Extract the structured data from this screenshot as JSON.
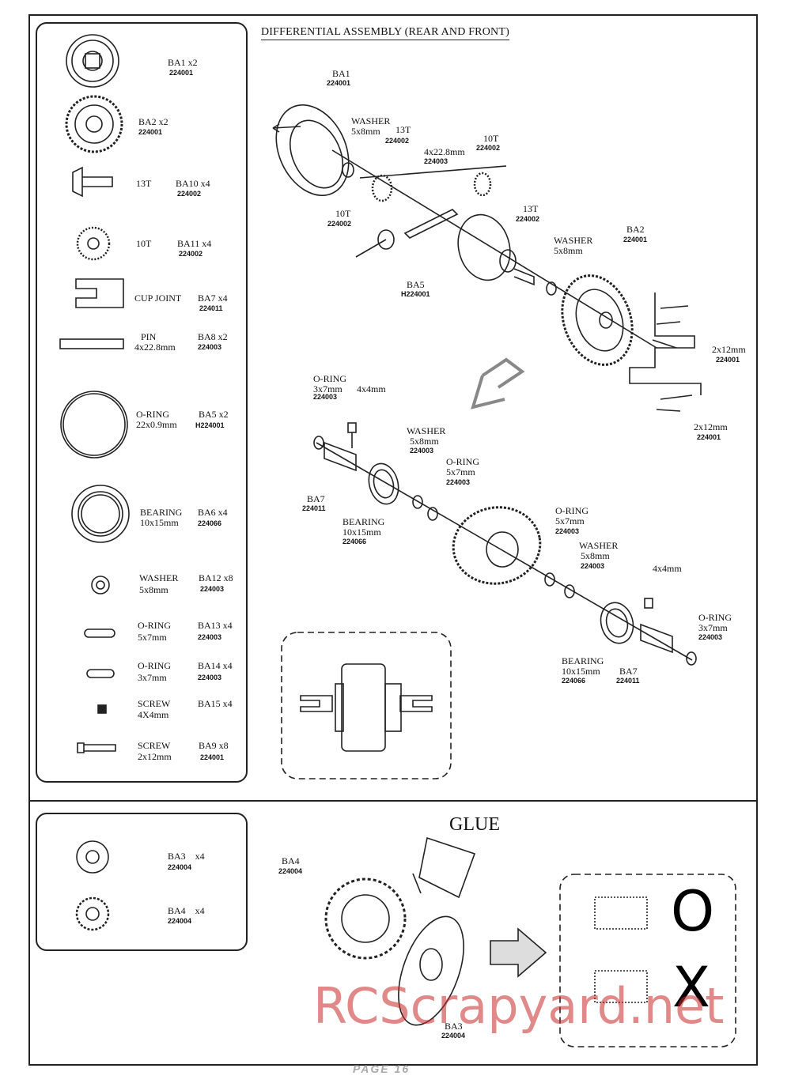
{
  "title": "DIFFERENTIAL ASSEMBLY (REAR AND FRONT)",
  "glue_label": "GLUE",
  "page_label": "PAGE   16",
  "watermark": "RCScrapyard.net",
  "marks": {
    "ok": "O",
    "ng": "X"
  },
  "parts_list": [
    {
      "name": "",
      "id": "BA1",
      "qty": "x2",
      "code": "224001"
    },
    {
      "name": "",
      "id": "BA2",
      "qty": "x2",
      "code": "224001"
    },
    {
      "name": "13T",
      "id": "BA10",
      "qty": "x4",
      "code": "224002"
    },
    {
      "name": "10T",
      "id": "BA11",
      "qty": "x4",
      "code": "224002"
    },
    {
      "name": "CUP JOINT",
      "id": "BA7",
      "qty": "x4",
      "code": "224011"
    },
    {
      "name": "PIN",
      "name2": "4x22.8mm",
      "id": "BA8",
      "qty": "x2",
      "code": "224003"
    },
    {
      "name": "O-RING",
      "name2": "22x0.9mm",
      "id": "BA5",
      "qty": "x2",
      "code": "H224001"
    },
    {
      "name": "BEARING",
      "name2": "10x15mm",
      "id": "BA6",
      "qty": "x4",
      "code": "224066"
    },
    {
      "name": "WASHER",
      "name2": "5x8mm",
      "id": "BA12",
      "qty": "x8",
      "code": "224003"
    },
    {
      "name": "O-RING",
      "name2": "5x7mm",
      "id": "BA13",
      "qty": "x4",
      "code": "224003"
    },
    {
      "name": "O-RING",
      "name2": "3x7mm",
      "id": "BA14",
      "qty": "x4",
      "code": "224003"
    },
    {
      "name": "SCREW",
      "name2": "4X4mm",
      "id": "BA15",
      "qty": "x4",
      "code": ""
    },
    {
      "name": "SCREW",
      "name2": "2x12mm",
      "id": "BA9",
      "qty": "x8",
      "code": "224001"
    }
  ],
  "parts_list_bottom": [
    {
      "id": "BA3",
      "qty": "x4",
      "code": "224004"
    },
    {
      "id": "BA4",
      "qty": "x4",
      "code": "224004"
    }
  ],
  "callouts_top": [
    {
      "l1": "BA1",
      "l2": "224001"
    },
    {
      "l1": "WASHER",
      "l2": "5x8mm"
    },
    {
      "l1": "13T",
      "l2": "224002"
    },
    {
      "l1": "4x22.8mm",
      "l2": "224003"
    },
    {
      "l1": "10T",
      "l2": "224002"
    },
    {
      "l1": "10T",
      "l2": "224002"
    },
    {
      "l1": "13T",
      "l2": "224002"
    },
    {
      "l1": "WASHER",
      "l2": "5x8mm"
    },
    {
      "l1": "BA2",
      "l2": "224001"
    },
    {
      "l1": "BA5",
      "l2": "H224001"
    },
    {
      "l1": "2x12mm",
      "l2": "224001"
    },
    {
      "l1": "2x12mm",
      "l2": "224001"
    }
  ],
  "callouts_mid": [
    {
      "l1": "O-RING",
      "l2": "3x7mm",
      "l3": "224003"
    },
    {
      "l1": "4x4mm"
    },
    {
      "l1": "WASHER",
      "l2": "5x8mm",
      "l3": "224003"
    },
    {
      "l1": "O-RING",
      "l2": "5x7mm",
      "l3": "224003"
    },
    {
      "l1": "BA7",
      "l2": "224011"
    },
    {
      "l1": "BEARING",
      "l2": "10x15mm",
      "l3": "224066"
    },
    {
      "l1": "O-RING",
      "l2": "5x7mm",
      "l3": "224003"
    },
    {
      "l1": "WASHER",
      "l2": "5x8mm",
      "l3": "224003"
    },
    {
      "l1": "4x4mm"
    },
    {
      "l1": "O-RING",
      "l2": "3x7mm",
      "l3": "224003"
    },
    {
      "l1": "BEARING",
      "l2": "10x15mm",
      "l3": "224066"
    },
    {
      "l1": "BA7",
      "l2": "224011"
    }
  ],
  "callouts_bottom": [
    {
      "l1": "BA4",
      "l2": "224004"
    },
    {
      "l1": "BA3",
      "l2": "224004"
    }
  ]
}
